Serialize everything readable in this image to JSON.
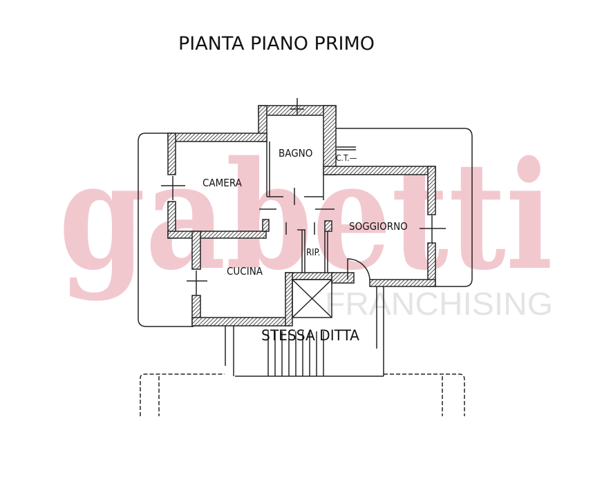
{
  "title": "PIANTA  PIANO PRIMO",
  "rooms": {
    "bagno": "BAGNO",
    "camera": "CAMERA",
    "soggiorno": "SOGGIORNO",
    "cucina": "CUCINA",
    "rip": "RIP.",
    "ct": "C.T.—"
  },
  "neighbor_label": "STESSA DITTA",
  "watermark": {
    "brand": "gabetti",
    "sub": "FRANCHISING"
  },
  "colors": {
    "walls": "#222222",
    "watermark_brand": "#f2c8cf",
    "watermark_sub": "#e4e4e4"
  }
}
